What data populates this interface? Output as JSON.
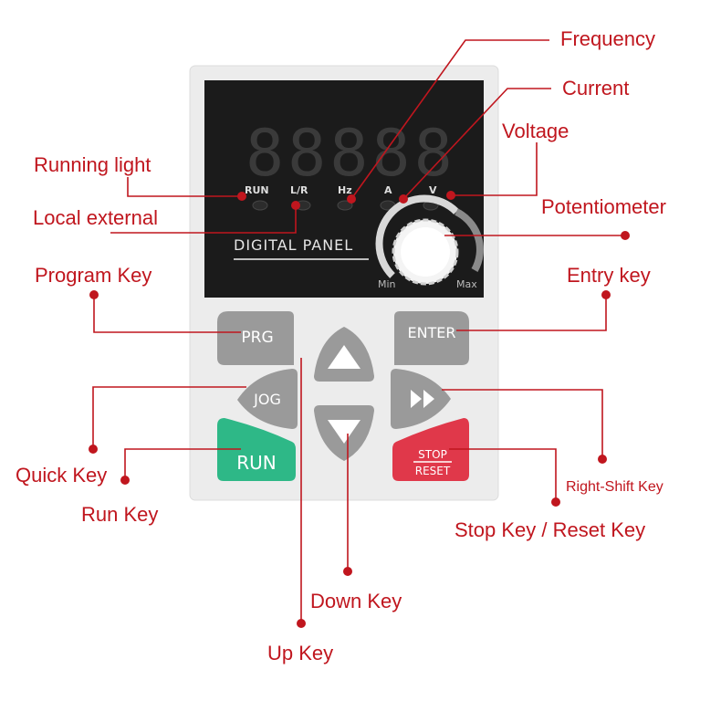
{
  "panel": {
    "display_digits": "88888",
    "indicators": [
      "RUN",
      "L/R",
      "Hz",
      "A",
      "V"
    ],
    "panel_title": "DIGITAL PANEL",
    "knob_min": "Min",
    "knob_max": "Max"
  },
  "keys": {
    "prg": "PRG",
    "enter": "ENTER",
    "jog": "JOG",
    "run": "RUN",
    "stop": "STOP",
    "reset": "RESET"
  },
  "callouts": {
    "frequency": "Frequency",
    "current": "Current",
    "voltage": "Voltage",
    "running_light": "Running  light",
    "local_external": "Local external",
    "potentiometer": "Potentiometer",
    "program_key": "Program Key",
    "entry_key": "Entry key",
    "quick_key": "Quick Key",
    "run_key": "Run Key",
    "right_shift_key": "Right-Shift Key",
    "stop_reset_key": "Stop Key / Reset Key",
    "down_key": "Down Key",
    "up_key": "Up Key"
  },
  "colors": {
    "accent": "#c0161e",
    "body": "#ececec",
    "screen": "#1b1b1b",
    "key_gray": "#9a9a9a",
    "run_green": "#2eb887",
    "stop_red": "#e0384a"
  }
}
